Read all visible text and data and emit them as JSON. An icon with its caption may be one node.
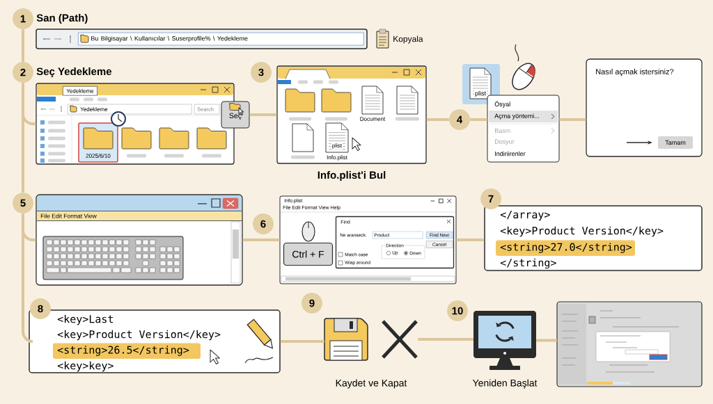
{
  "diagram": {
    "nodes": [
      {
        "text": [
          "1"
        ]
      },
      {
        "text": [
          "San (Path)",
          "Bu Bilgisayar \\ Kullanıcılar \\ Suserprofile% \\ Yedekleme"
        ]
      },
      {
        "text": [
          "2"
        ]
      },
      {
        "text": [
          "Seç Yedekleme",
          "Yedekleme",
          "Yedekleme",
          "Search",
          "2025/6/10"
        ]
      },
      {
        "text": [
          "Seç"
        ]
      },
      {
        "text": [
          "3"
        ]
      },
      {
        "text": [
          "Document",
          "plist",
          "Info.plist"
        ],
        "beside": [
          "Info.plist'i Bul"
        ]
      },
      {
        "text": [
          "4"
        ]
      },
      {
        "text": [
          "plist"
        ]
      },
      {
        "text": [
          "Ösyal",
          "Açma yöntemi...",
          "Basm",
          "Dosyur",
          "Indiriirenler"
        ]
      },
      {
        "text": [
          "Nasıl açmak istersiniz?",
          "Tamam"
        ]
      },
      {
        "text": [
          "5"
        ]
      },
      {
        "text": [
          "File Edit Format View"
        ]
      },
      {
        "text": [
          "6"
        ]
      },
      {
        "text": [
          "Info.plist",
          "File Edit Format View Help"
        ]
      },
      {
        "text": [
          "Ctrl + F"
        ],
        "in": 14
      },
      {
        "text": [
          "Find",
          "Ne aranseck:",
          "Producl",
          "Find Next",
          "Cancel",
          "Direction",
          "Match case",
          "Up",
          "Down",
          "Wiap around"
        ],
        "in": 14
      },
      {
        "text": [
          "7"
        ]
      },
      {
        "text": [
          "</array>",
          "<key>Product Version</key>",
          "<string>27.0</string>",
          "</string>"
        ]
      },
      {
        "text": [
          "8"
        ]
      },
      {
        "text": [
          "<key>Last",
          "<key>Product Version</key>",
          "<string>26.5</string>",
          "<key>key>"
        ]
      },
      {
        "text": [
          "9"
        ]
      },
      {
        "text": [],
        "shape": "picture",
        "beside": [
          "Kaydet ve Kapat"
        ]
      },
      {
        "text": [
          "10"
        ]
      },
      {
        "text": [],
        "shape": "picture",
        "beside": [
          "Yeniden Başlat"
        ]
      },
      {
        "text": [],
        "shape": "picture"
      }
    ],
    "edges": [
      {
        "from": 0,
        "to": 2,
        "arrow": "none"
      },
      {
        "from": 2,
        "to": 3,
        "arrow": "none"
      },
      {
        "from": 4,
        "to": 6,
        "arrow": "none"
      },
      {
        "from": 6,
        "to": 7,
        "arrow": "none"
      },
      {
        "from": 7,
        "to": 9,
        "arrow": "none"
      },
      {
        "from": 9,
        "to": 10,
        "arrow": "none"
      },
      {
        "from": 2,
        "to": 11,
        "arrow": "none"
      },
      {
        "from": 11,
        "to": 12,
        "arrow": "none"
      },
      {
        "from": 12,
        "to": 14,
        "arrow": "none"
      },
      {
        "from": 14,
        "to": 18,
        "arrow": "none"
      },
      {
        "from": 11,
        "to": 20,
        "arrow": "none"
      },
      {
        "from": 20,
        "to": 22,
        "arrow": "none"
      },
      {
        "from": 22,
        "to": 24,
        "arrow": "none"
      },
      {
        "from": 24,
        "to": 25,
        "arrow": "none"
      }
    ],
    "labels": [
      "Kopyala"
    ]
  }
}
